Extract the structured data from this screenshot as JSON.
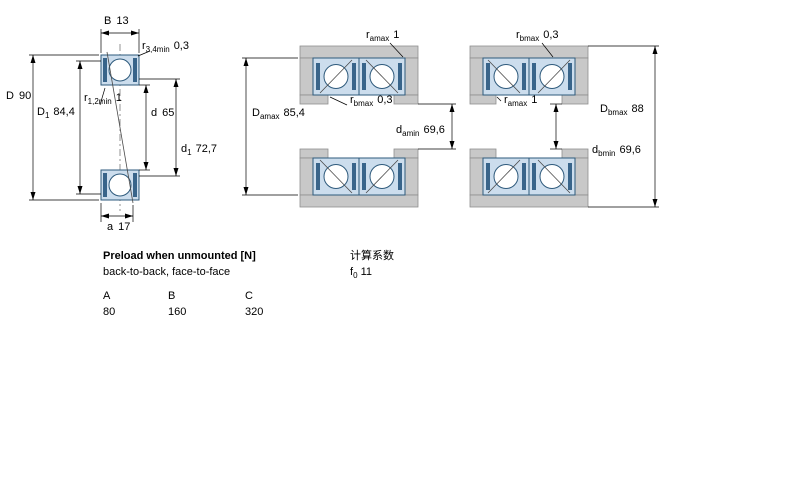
{
  "diagram": {
    "left": {
      "b": {
        "sym": "B",
        "val": "13"
      },
      "r34": {
        "sym": "r",
        "sub": "3,4min",
        "val": "0,3"
      },
      "D": {
        "sym": "D",
        "val": "90"
      },
      "D1": {
        "sym": "D",
        "sub": "1",
        "val": "84,4"
      },
      "r12": {
        "sym": "r",
        "sub": "1,2min",
        "val": "1"
      },
      "d": {
        "sym": "d",
        "val": "65"
      },
      "d1": {
        "sym": "d",
        "sub": "1",
        "val": "72,7"
      },
      "a": {
        "sym": "a",
        "val": "17"
      }
    },
    "middle": {
      "ramax": {
        "sym": "r",
        "sub": "amax",
        "val": "1"
      },
      "Damax": {
        "sym": "D",
        "sub": "amax",
        "val": "85,4"
      },
      "rbmax": {
        "sym": "r",
        "sub": "bmax",
        "val": "0,3"
      },
      "damin": {
        "sym": "d",
        "sub": "amin",
        "val": "69,6"
      }
    },
    "right": {
      "rbmax": {
        "sym": "r",
        "sub": "bmax",
        "val": "0,3"
      },
      "ramax": {
        "sym": "r",
        "sub": "amax",
        "val": "1"
      },
      "Dbmax": {
        "sym": "D",
        "sub": "bmax",
        "val": "88"
      },
      "dbmin": {
        "sym": "d",
        "sub": "bmin",
        "val": "69,6"
      }
    },
    "colors": {
      "bearing_fill": "#ccdded",
      "seal_fill": "#38648a",
      "housing_fill": "#c8c8c8"
    }
  },
  "notes": {
    "preload_title": "Preload when unmounted [N]",
    "preload_sub": "back-to-back, face-to-face",
    "calc_title": "计算系数",
    "f0": {
      "sym": "f",
      "sub": "0",
      "val": "11"
    }
  },
  "preload_table": {
    "headers": [
      "A",
      "B",
      "C"
    ],
    "values": [
      "80",
      "160",
      "320"
    ]
  }
}
